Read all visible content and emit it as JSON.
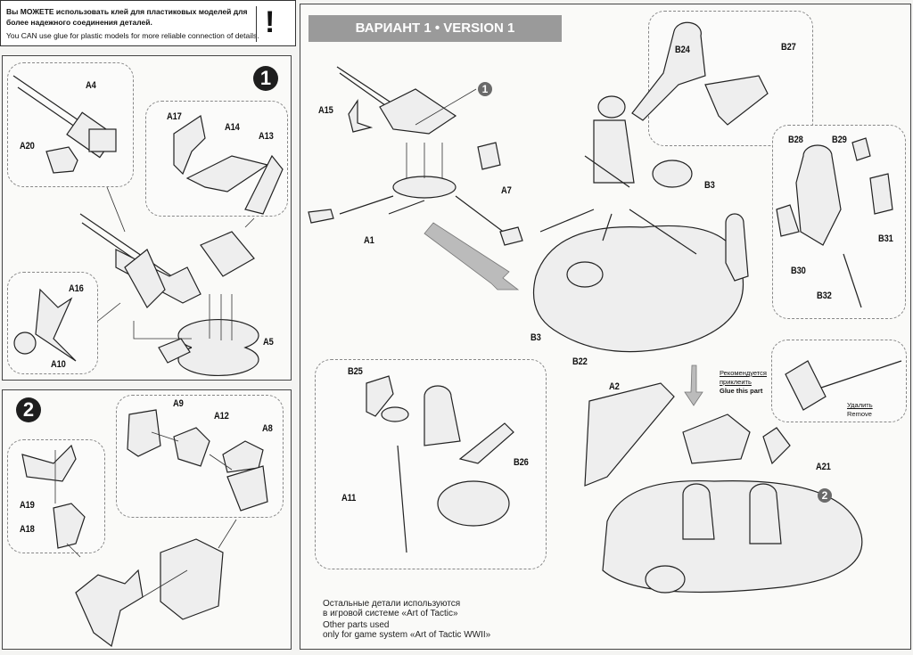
{
  "notice": {
    "ru": "Вы МОЖЕТЕ использовать клей для пластиковых моделей для более надежного соединения деталей.",
    "en": "You CAN use glue for plastic models for more reliable connection of details.",
    "icon": "exclamation-icon",
    "symbol": "!"
  },
  "banner": {
    "title": "ВАРИАНТ 1 • VERSION 1"
  },
  "step1": {
    "number": "1",
    "labels": {
      "a4": "A4",
      "a20": "A20",
      "a17": "A17",
      "a14": "A14",
      "a13": "A13",
      "a16": "A16",
      "a10": "A10",
      "a5": "A5"
    }
  },
  "step2": {
    "number": "2",
    "labels": {
      "a9": "A9",
      "a12": "A12",
      "a8": "A8",
      "a19": "A19",
      "a18": "A18"
    }
  },
  "version1": {
    "labels": {
      "a15": "A15",
      "a7": "A7",
      "a1": "A1",
      "ref1": "1",
      "b24": "B24",
      "b27": "B27",
      "b3a": "B3",
      "b3b": "B3",
      "b22": "B22",
      "b28": "B28",
      "b29": "B29",
      "b30": "B30",
      "b31": "B31",
      "b32": "B32",
      "b25": "B25",
      "b26": "B26",
      "a11": "A11",
      "a2": "A2",
      "a21": "A21",
      "ref2": "2"
    },
    "glue_note": {
      "ru": "Рекомендуется приклеить",
      "en": "Glue this part"
    },
    "remove_note": {
      "ru": "Удалить",
      "en": "Remove"
    }
  },
  "footnote": {
    "ru_line1": "Остальные детали используются",
    "ru_line2": "в игровой системе «Art of Tactic»",
    "en_line1": "Other parts used",
    "en_line2": "only for game system «Art of Tactic WWII»"
  }
}
